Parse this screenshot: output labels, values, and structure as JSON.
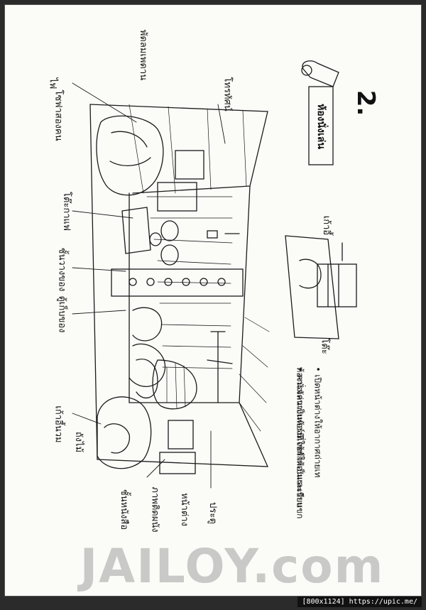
{
  "page": {
    "number": "2.",
    "heading": "ห้องนั่งเล่น"
  },
  "labels": {
    "lamp": "ไฟ",
    "sofa": "โซฟาสองคน",
    "armchair": "เก้าอี้นวม",
    "coffee_table": "โต๊ะกาแฟ",
    "shelf": "ชั้นวางของ",
    "cabinet": "ตู้เก็บของ",
    "bookshelf": "ชั้นหนังสือ",
    "pictures": "ภาพติดผนัง",
    "ceiling_fan": "พัดลมเพดาน",
    "tv": "โทรทัศน์",
    "window": "หน้าต่าง",
    "door": "ประตู",
    "drum": "ถังไม้"
  },
  "inset": {
    "label_top": "เก้าอี้",
    "label_bottom": "โต๊ะ"
  },
  "notes": [
    "ห้องนั่งเล่นเป็นห้องที่ใช้พักผ่อนและรับแขก",
    "• ควรจัดวางเฟอร์นิเจอร์ให้เป็นระเบียบ",
    "• เปิดหน้าต่างให้อากาศถ่ายเท"
  ],
  "watermark": "JAILOY.com",
  "ref": "[800x1124] https://upic.me/"
}
